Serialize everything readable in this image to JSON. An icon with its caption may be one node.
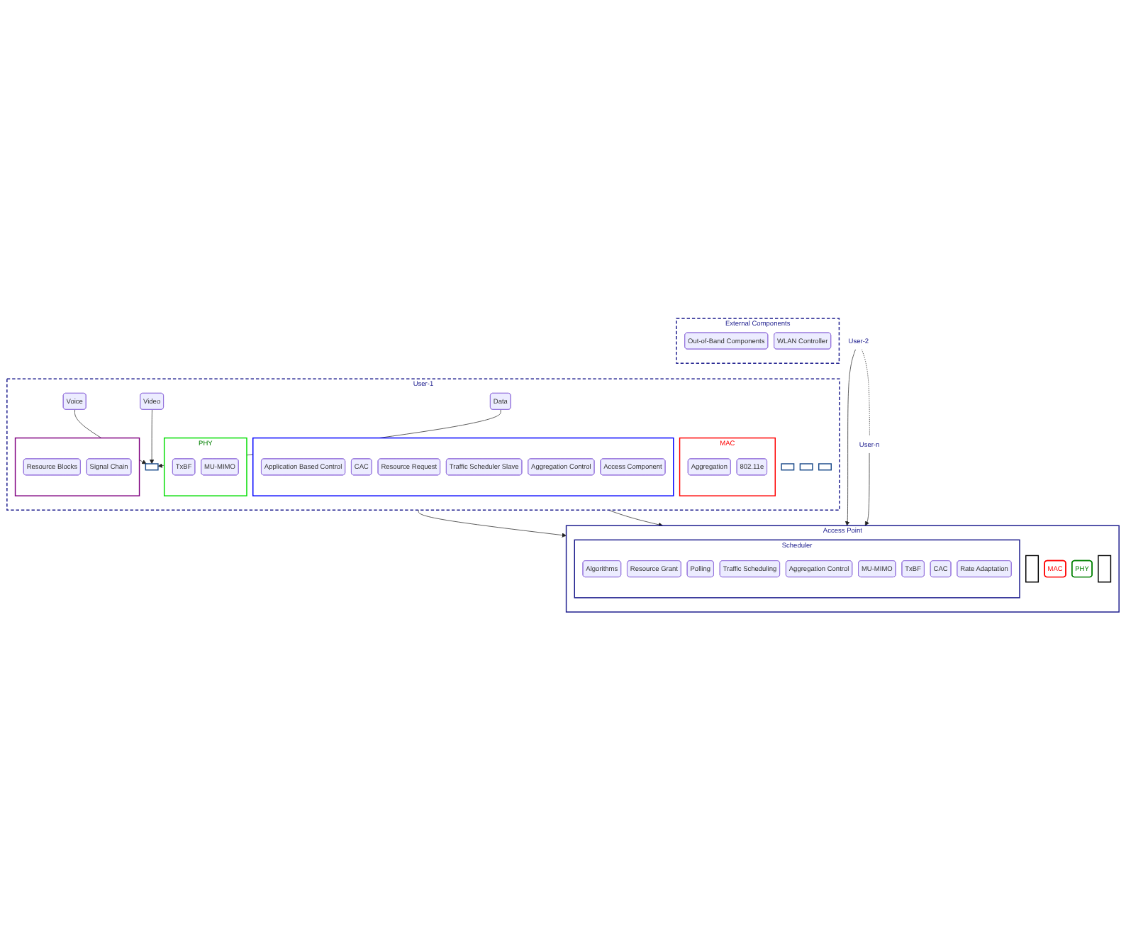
{
  "diagram": {
    "nodes": [
      {
        "text": [
          "User-1"
        ]
      },
      {
        "text": [
          "Voice"
        ],
        "in": 0
      },
      {
        "text": [
          "Video"
        ],
        "in": 0
      },
      {
        "text": [
          "Data"
        ],
        "in": 0
      },
      {
        "text": [],
        "shape": "bar",
        "in": 0
      },
      {
        "text": [
          "MAC"
        ],
        "in": 0
      },
      {
        "text": [
          "Aggregation"
        ],
        "in": 5
      },
      {
        "text": [
          "802.11e"
        ],
        "in": 5
      },
      {
        "text": [],
        "shape": "box",
        "in": 0
      },
      {
        "text": [
          "Application Based Control"
        ],
        "in": 8
      },
      {
        "text": [
          "CAC"
        ],
        "in": 8
      },
      {
        "text": [
          "Resource Request"
        ],
        "in": 8
      },
      {
        "text": [
          "Traffic Scheduler Slave"
        ],
        "in": 8
      },
      {
        "text": [
          "Aggregation Control"
        ],
        "in": 8
      },
      {
        "text": [
          "Access Component"
        ],
        "in": 8
      },
      {
        "text": [
          "PHY"
        ],
        "in": 0
      },
      {
        "text": [
          "TxBF"
        ],
        "in": 15
      },
      {
        "text": [
          "MU-MIMO"
        ],
        "in": 15
      },
      {
        "text": [],
        "shape": "box",
        "in": 0
      },
      {
        "text": [
          "Resource Blocks"
        ],
        "in": 18
      },
      {
        "text": [
          "Signal Chain"
        ],
        "in": 18
      },
      {
        "text": [],
        "shape": "bar",
        "in": 0
      },
      {
        "text": [],
        "shape": "bar",
        "in": 0
      },
      {
        "text": [],
        "shape": "bar",
        "in": 0
      },
      {
        "text": [
          "External Components"
        ]
      },
      {
        "text": [
          "Out-of-Band Components"
        ],
        "in": 24
      },
      {
        "text": [
          "WLAN Controller"
        ],
        "in": 24
      },
      {
        "text": [
          "Access Point"
        ]
      },
      {
        "text": [],
        "shape": "box",
        "in": 27
      },
      {
        "text": [
          "MAC"
        ],
        "in": 27
      },
      {
        "text": [
          "PHY"
        ],
        "in": 27
      },
      {
        "text": [],
        "shape": "box",
        "in": 27
      },
      {
        "text": [
          "Scheduler"
        ],
        "in": 27
      },
      {
        "text": [
          "Algorithms"
        ],
        "in": 32
      },
      {
        "text": [
          "Resource Grant"
        ],
        "in": 32
      },
      {
        "text": [
          "Polling"
        ],
        "in": 32
      },
      {
        "text": [
          "Traffic Scheduling"
        ],
        "in": 32
      },
      {
        "text": [
          "Aggregation Control"
        ],
        "in": 32
      },
      {
        "text": [
          "MU-MIMO"
        ],
        "in": 32
      },
      {
        "text": [
          "TxBF"
        ],
        "in": 32
      },
      {
        "text": [
          "CAC"
        ],
        "in": 32
      },
      {
        "text": [
          "Rate Adaptation"
        ],
        "in": 32
      },
      {
        "text": [
          "User-2"
        ]
      },
      {
        "text": [
          "User-n"
        ]
      }
    ],
    "edges": [
      {
        "from": 1,
        "to": 4,
        "arrow": "to"
      },
      {
        "from": 2,
        "to": 4,
        "arrow": "to"
      },
      {
        "from": 3,
        "to": 4,
        "arrow": "to"
      },
      {
        "from": 0,
        "to": 27,
        "arrow": "to"
      },
      {
        "from": 0,
        "to": 27,
        "arrow": "to"
      },
      {
        "from": 42,
        "to": 27,
        "arrow": "to"
      },
      {
        "from": 43,
        "to": 27,
        "arrow": "to"
      },
      {
        "from": 42,
        "to": 43,
        "arrow": "none",
        "style": "dashed"
      }
    ]
  }
}
